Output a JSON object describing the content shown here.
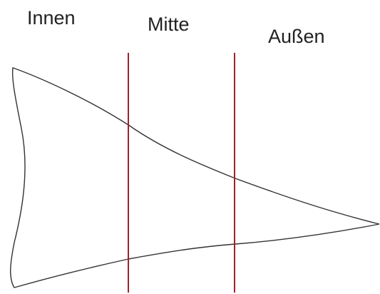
{
  "zones": {
    "inner": "Innen",
    "middle": "Mitte",
    "outer": "Außen"
  },
  "colors": {
    "divider": "#a0212a",
    "outline": "#333333",
    "text": "#222222"
  }
}
